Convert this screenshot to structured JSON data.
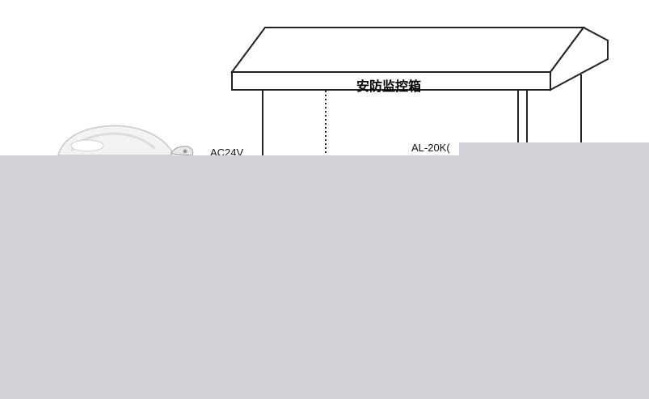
{
  "diagram": {
    "cabinet_title": "安防监控箱",
    "power_label": "AC24V",
    "device_label": "AL-20K(",
    "colors": {
      "line": "#222222",
      "mask": "#d4d0d7",
      "camera_body": "#f3f3f3"
    },
    "icons": {
      "camera": "dome-camera-icon"
    }
  }
}
